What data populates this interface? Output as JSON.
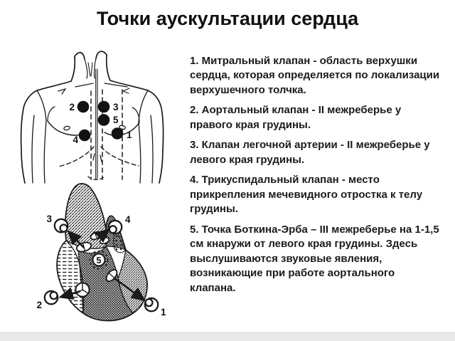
{
  "page": {
    "background": "#ffffff",
    "ink_color": "#1a1a1a",
    "footer_strip_color": "#e9e9e9"
  },
  "title": "Точки аускультации сердца",
  "list": {
    "items": [
      {
        "text": "1. Митральный клапан - область верхушки сердца, которая определяется по локализации верхушечного толчка."
      },
      {
        "text": "2. Аортальный клапан - II межреберье у правого края грудины."
      },
      {
        "text": "3. Клапан легочной артерии - II межреберье у левого края грудины."
      },
      {
        "text": "4. Трикуспидальный клапан - место прикрепления мечевидного отростка к телу грудины."
      },
      {
        "text": "5. Точка Боткина-Эрба – III межреберье на 1-1,5 см кнаружи от левого края грудины. Здесь выслушиваются звуковые явления, возникающие при работе аортального клапана."
      }
    ]
  },
  "torso_diagram": {
    "point_labels": {
      "p1": "1",
      "p2": "2",
      "p3": "3",
      "p4": "4",
      "p5": "5"
    }
  },
  "heart_diagram": {
    "point_labels": {
      "p1": "1",
      "p2": "2",
      "p3": "3",
      "p4": "4",
      "p5": "5"
    }
  }
}
